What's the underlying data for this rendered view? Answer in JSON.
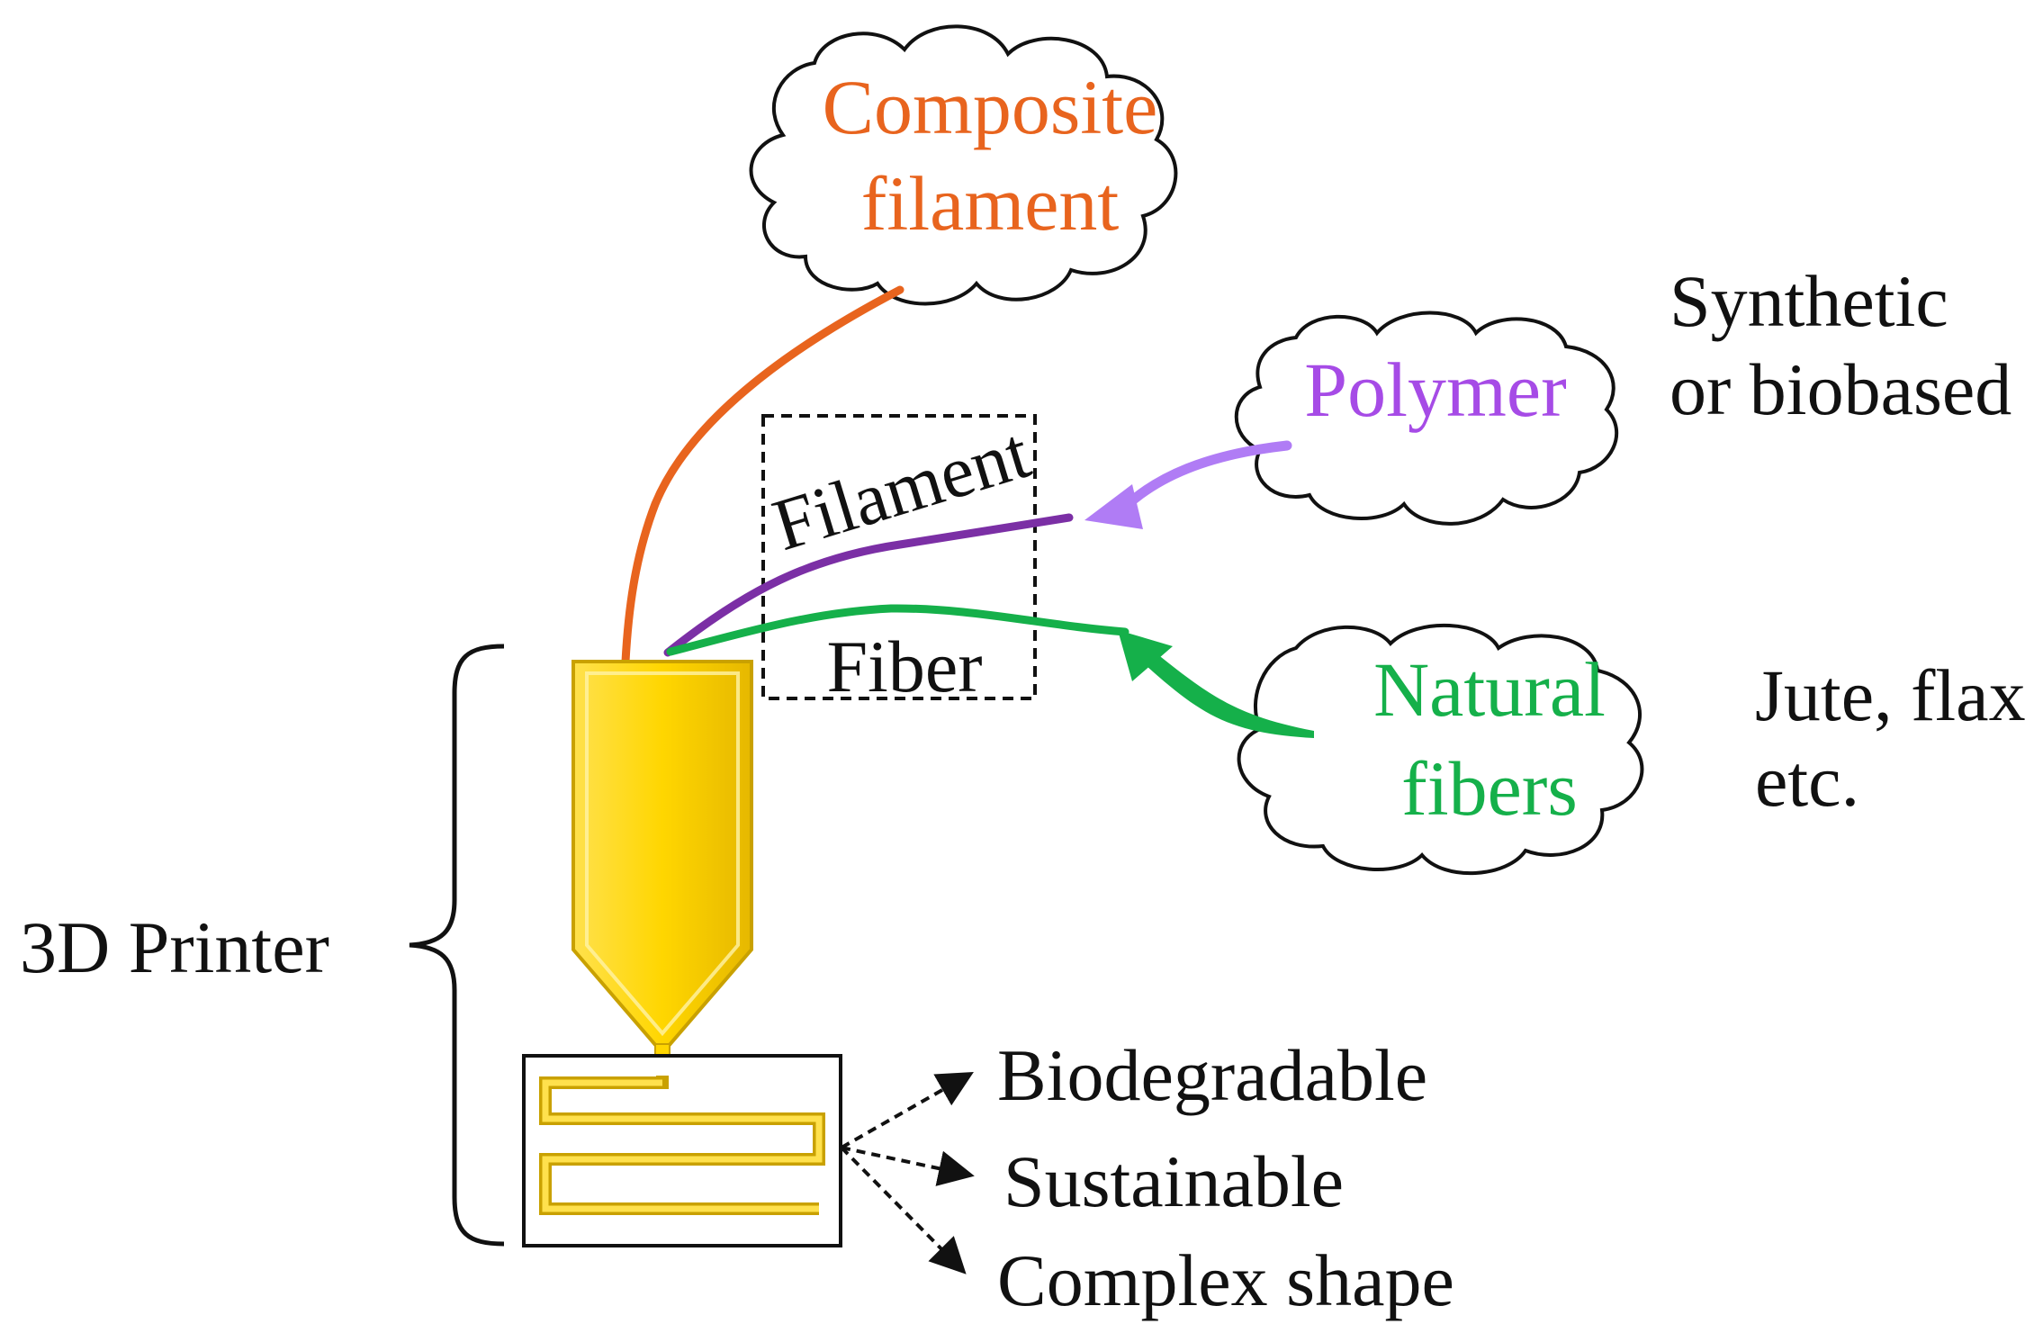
{
  "clouds": {
    "composite": {
      "line1": "Composite",
      "line2": "filament"
    },
    "polymer": {
      "label": "Polymer"
    },
    "natural": {
      "line1": "Natural",
      "line2": "fibers"
    }
  },
  "notes": {
    "polymer": {
      "line1": "Synthetic",
      "line2": "or biobased"
    },
    "natural": {
      "line1": "Jute, flax",
      "line2": "etc."
    }
  },
  "box": {
    "filament": "Filament",
    "fiber": "Fiber"
  },
  "printer": {
    "label": "3D Printer"
  },
  "outcomes": [
    "Biodegradable",
    "Sustainable",
    "Complex shape"
  ],
  "colors": {
    "composite": "#e8641e",
    "polymer_text": "#a64be6",
    "polymer_arrow": "#b07cf5",
    "filament_line": "#7b2fa5",
    "natural": "#15b04a",
    "nozzle": "#ffd600",
    "nozzle_edge": "#c9a100",
    "ink": "#111111"
  }
}
